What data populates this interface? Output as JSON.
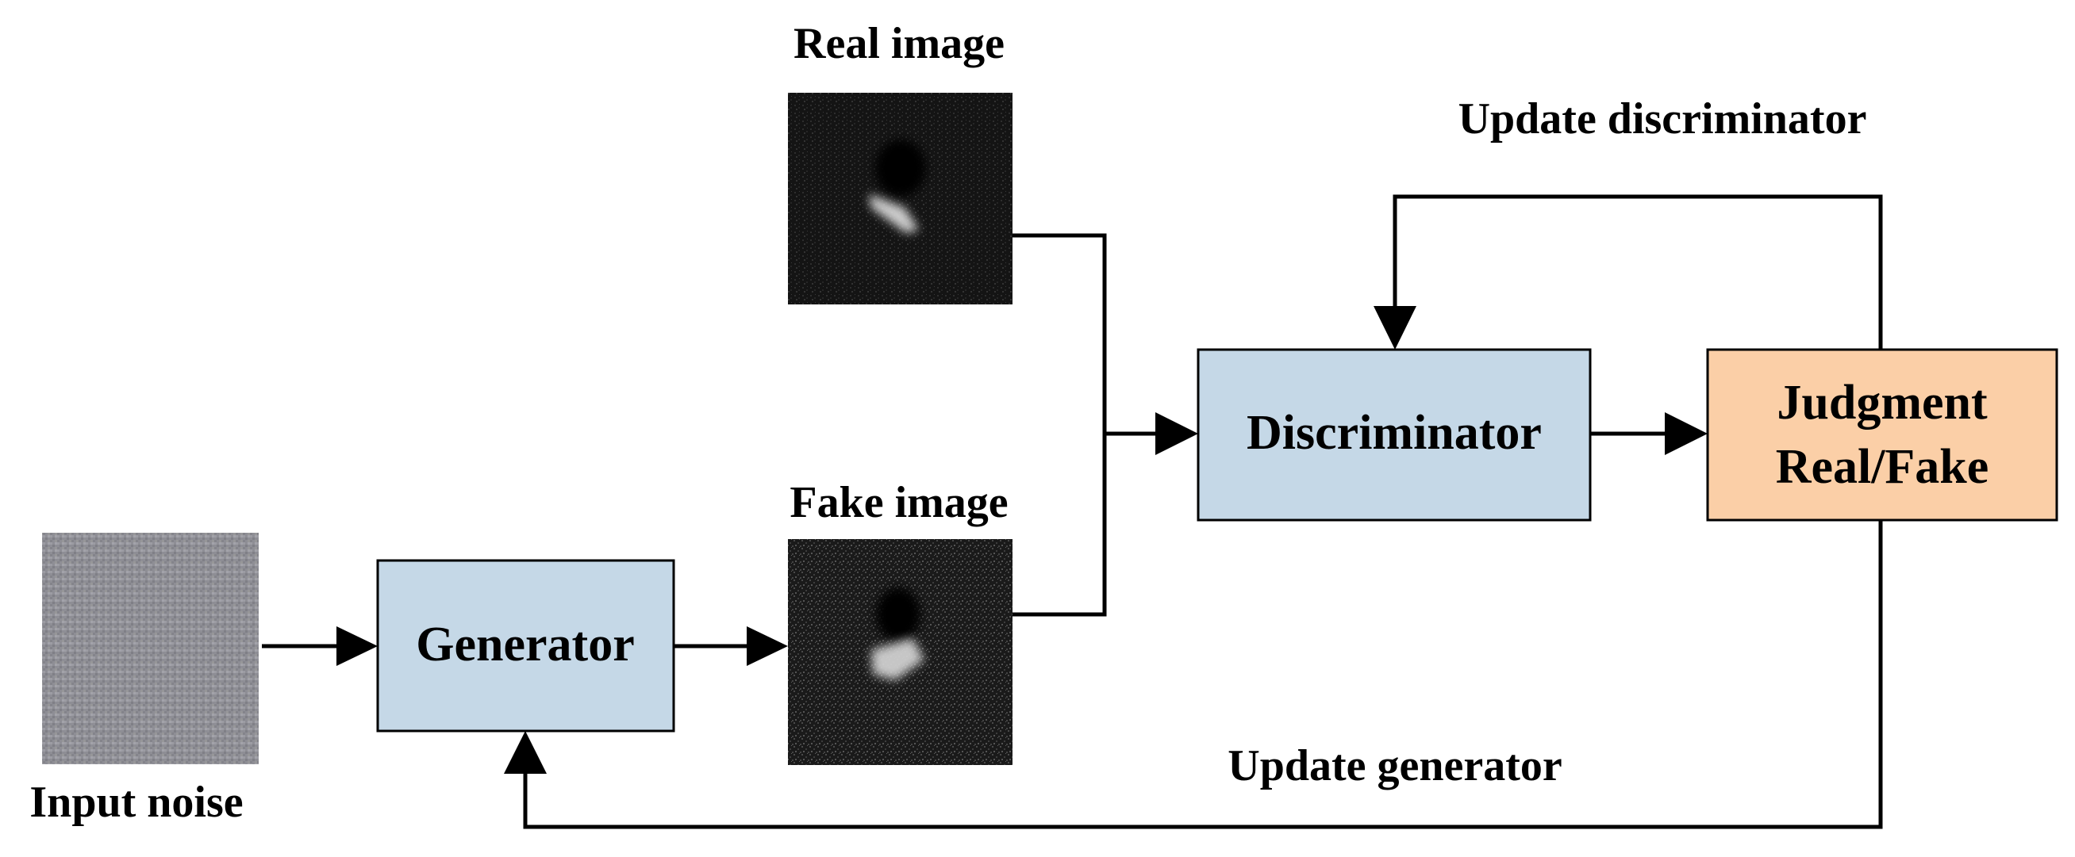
{
  "labels": {
    "real_image": "Real image",
    "fake_image": "Fake image",
    "input_noise": "Input noise",
    "update_discriminator": "Update discriminator",
    "update_generator": "Update generator"
  },
  "nodes": {
    "generator": "Generator",
    "discriminator": "Discriminator",
    "judgment_line1": "Judgment",
    "judgment_line2": "Real/Fake"
  },
  "colors": {
    "model_box": "#c5d8e7",
    "judgment_box": "#fbcfa7",
    "stroke": "#000000",
    "noise_base": "#8e8e95",
    "image_base": "#111111"
  }
}
